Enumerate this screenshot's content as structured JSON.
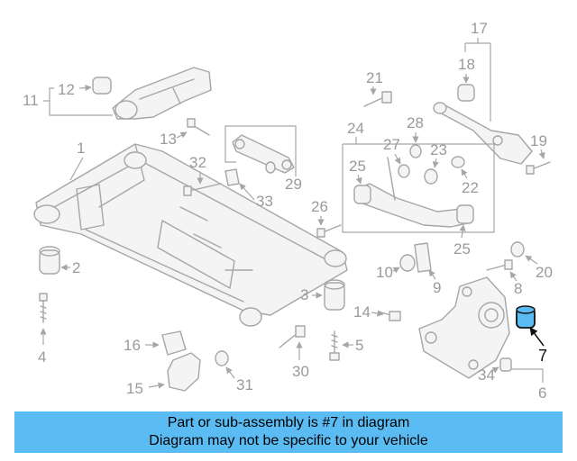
{
  "diagram": {
    "labels": [
      "1",
      "2",
      "3",
      "4",
      "5",
      "6",
      "7",
      "8",
      "9",
      "10",
      "11",
      "12",
      "13",
      "14",
      "15",
      "16",
      "17",
      "18",
      "19",
      "20",
      "21",
      "22",
      "23",
      "24",
      "25",
      "25",
      "26",
      "27",
      "28",
      "29",
      "30",
      "31",
      "32",
      "33",
      "34"
    ],
    "highlighted_part": "7"
  },
  "banner": {
    "line1": "Part or sub-assembly is #7 in diagram",
    "line2": "Diagram may not be specific to your vehicle"
  },
  "colors": {
    "banner_bg": "#5bbcf4",
    "highlight": "#5bbcf4",
    "line_art": "#a6a6a6"
  }
}
